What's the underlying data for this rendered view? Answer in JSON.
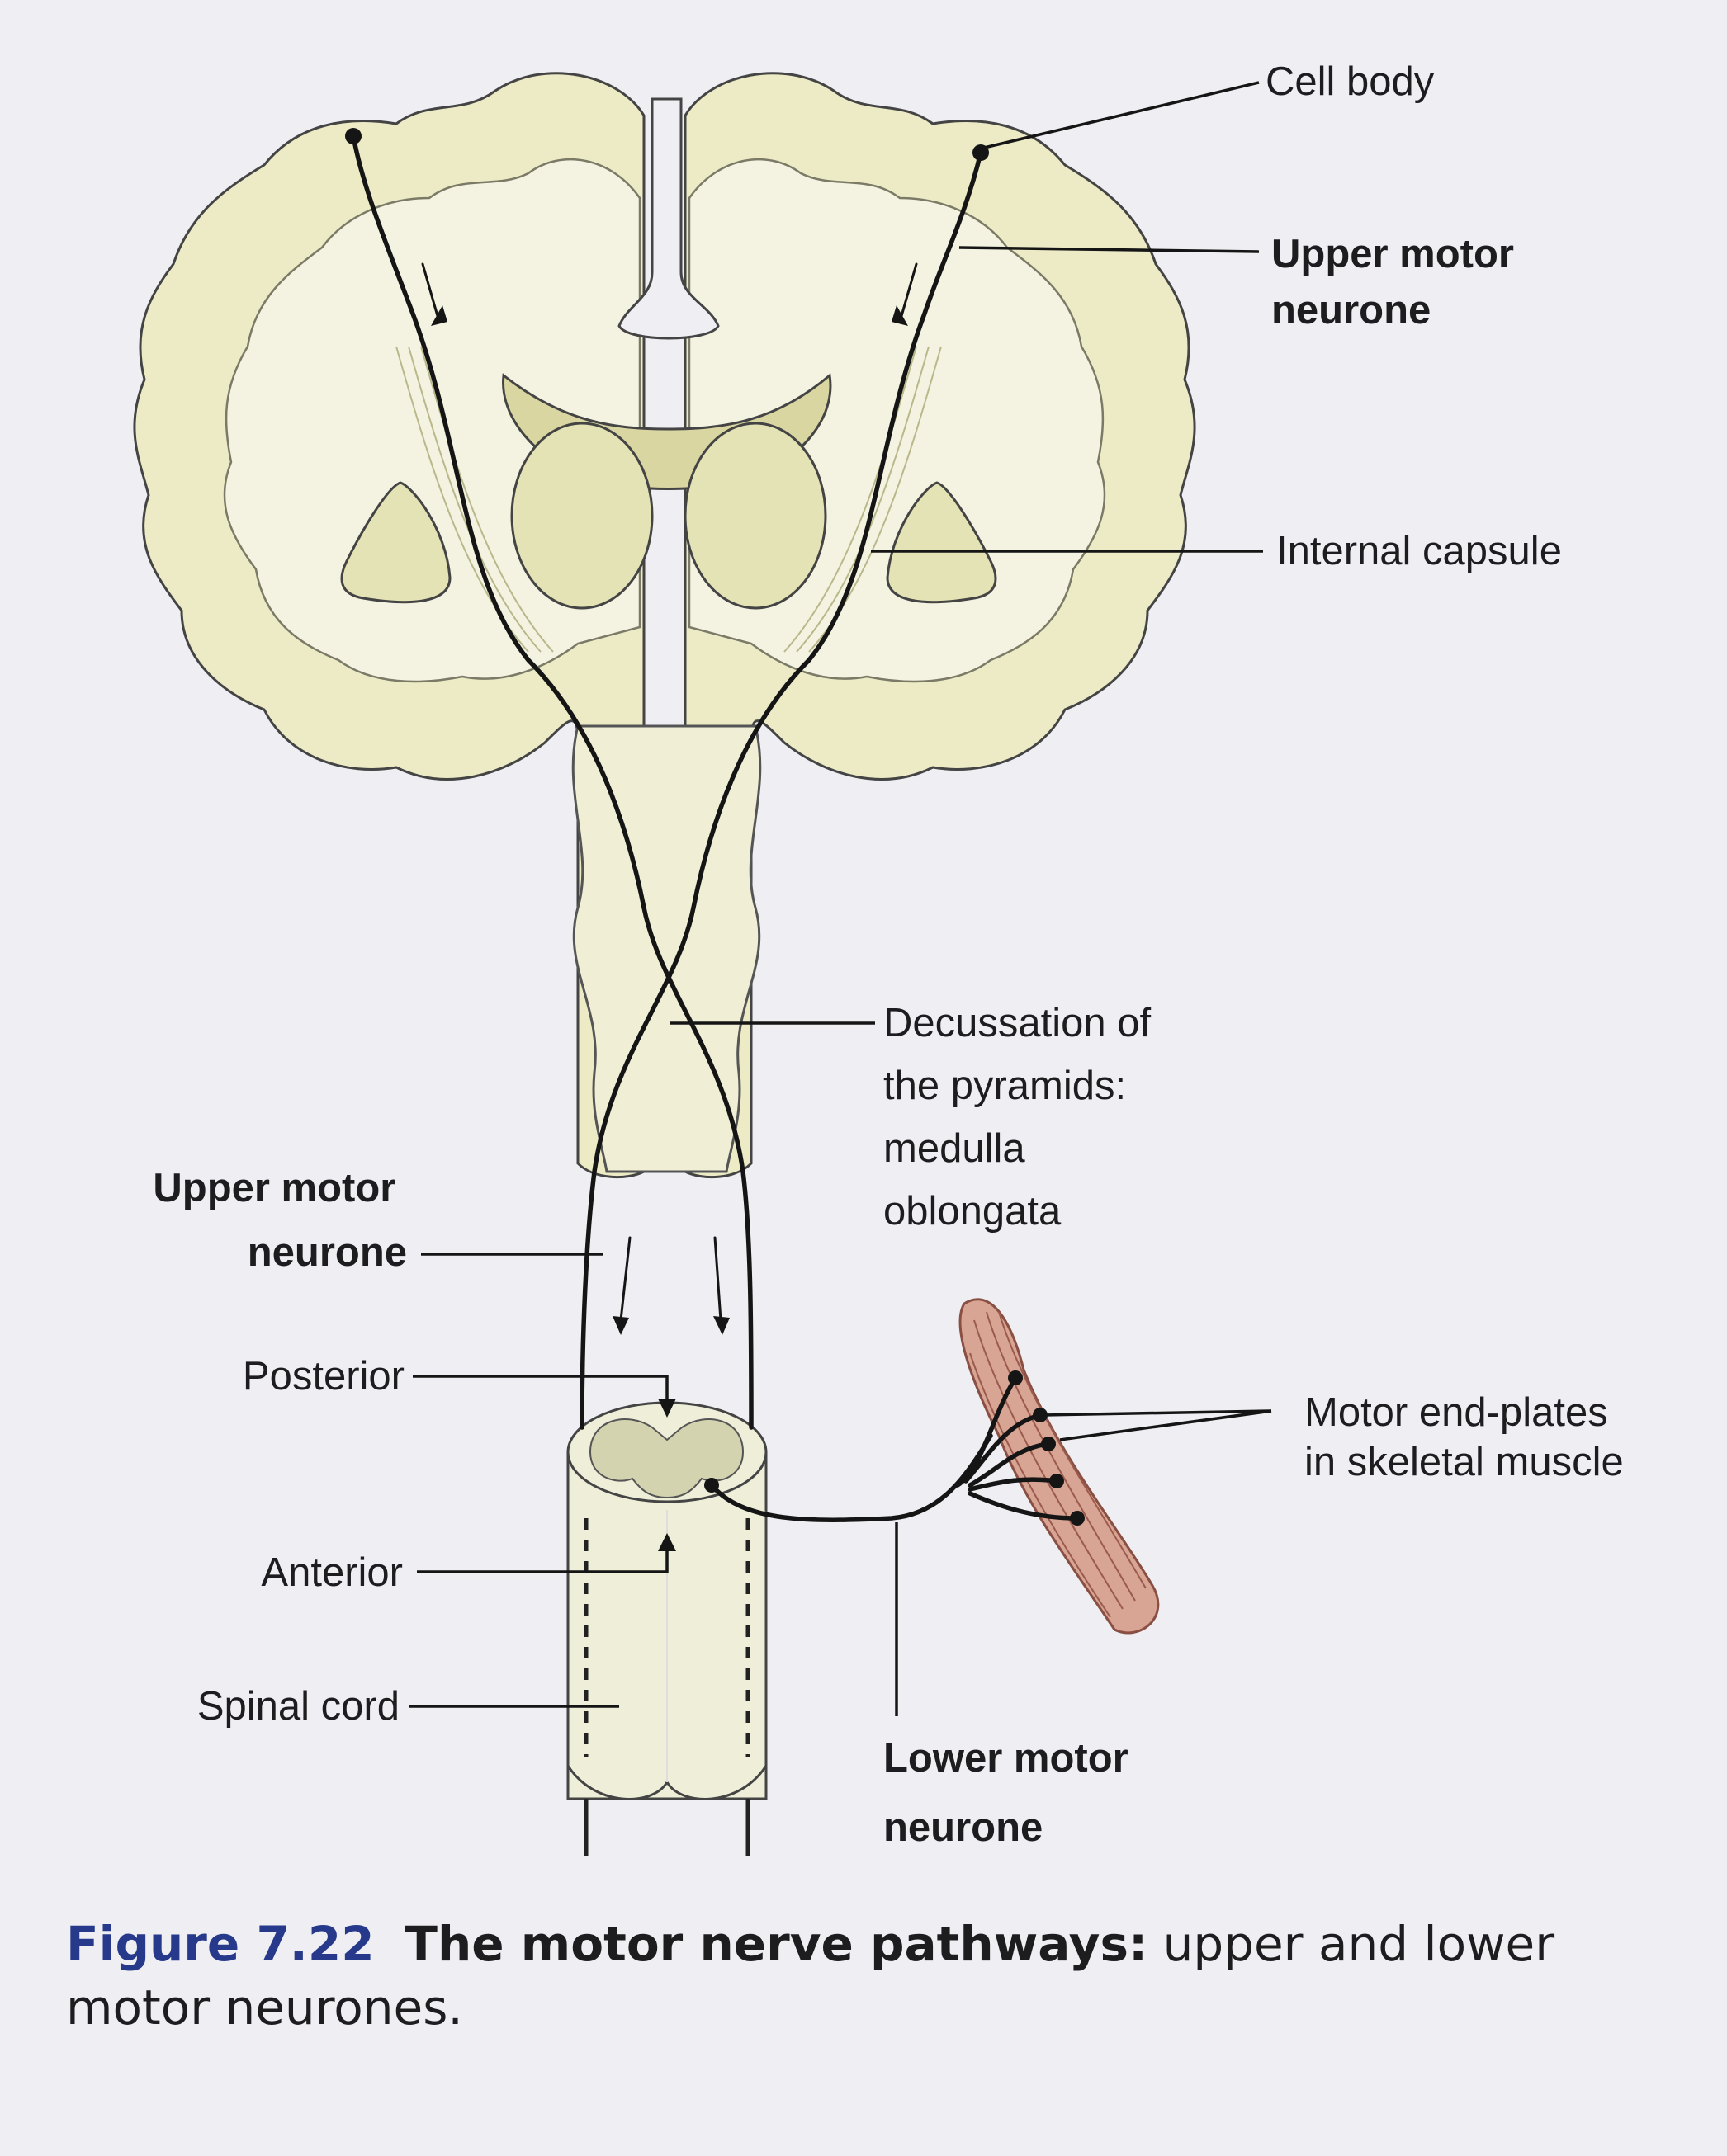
{
  "labels": {
    "cell_body": "Cell body",
    "upper_motor_neurone_right": [
      "Upper motor",
      "neurone"
    ],
    "internal_capsule": "Internal capsule",
    "decussation": [
      "Decussation of",
      "the pyramids:",
      "medulla",
      "oblongata"
    ],
    "upper_motor_neurone_left": [
      "Upper motor",
      "neurone"
    ],
    "posterior": "Posterior",
    "anterior": "Anterior",
    "spinal_cord": "Spinal cord",
    "lower_motor_neurone": [
      "Lower motor",
      "neurone"
    ],
    "motor_end_plates": [
      "Motor end-plates",
      "in skeletal muscle"
    ]
  },
  "caption": {
    "figure_number": "Figure 7.22",
    "title": "The motor nerve pathways:",
    "text": " upper and lower motor neurones."
  },
  "colors": {
    "background": "#eeeef3",
    "grey_matter": "#ecebc6",
    "white_matter": "#f4f3e1",
    "nuclei": "#e4e3b6",
    "muscle": "#d8a493",
    "nerve": "#151515",
    "figure_number": "#26398a"
  }
}
